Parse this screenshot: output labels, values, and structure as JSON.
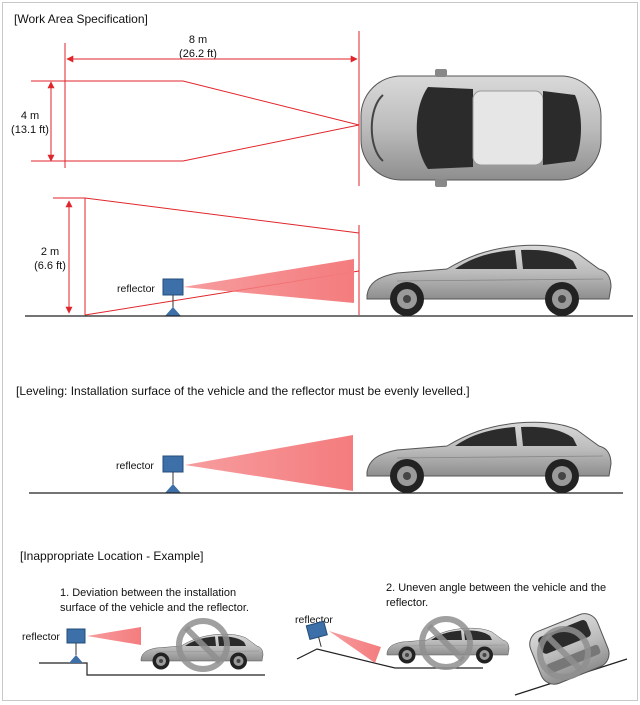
{
  "sections": {
    "work_area": "[Work Area Specification]",
    "leveling": "[Leveling: Installation surface of the vehicle and the reflector must be evenly levelled.]",
    "inappropriate": "[Inappropriate Location - Example]"
  },
  "dimensions": {
    "length_m": "8 m",
    "length_ft": "(26.2 ft)",
    "width_m": "4 m",
    "width_ft": "(13.1 ft)",
    "height_m": "2 m",
    "height_ft": "(6.6 ft)"
  },
  "labels": {
    "reflector": "reflector"
  },
  "examples": {
    "one": "1. Deviation between the installation surface of the vehicle and the reflector.",
    "two": "2. Uneven angle between the vehicle and the reflector."
  },
  "colors": {
    "dimension_line": "#e0262b",
    "beam": "#f47c7e",
    "reflector": "#3d6fa8",
    "car_body": "#b8b8b8",
    "no_sign": "#8f8f8f"
  }
}
